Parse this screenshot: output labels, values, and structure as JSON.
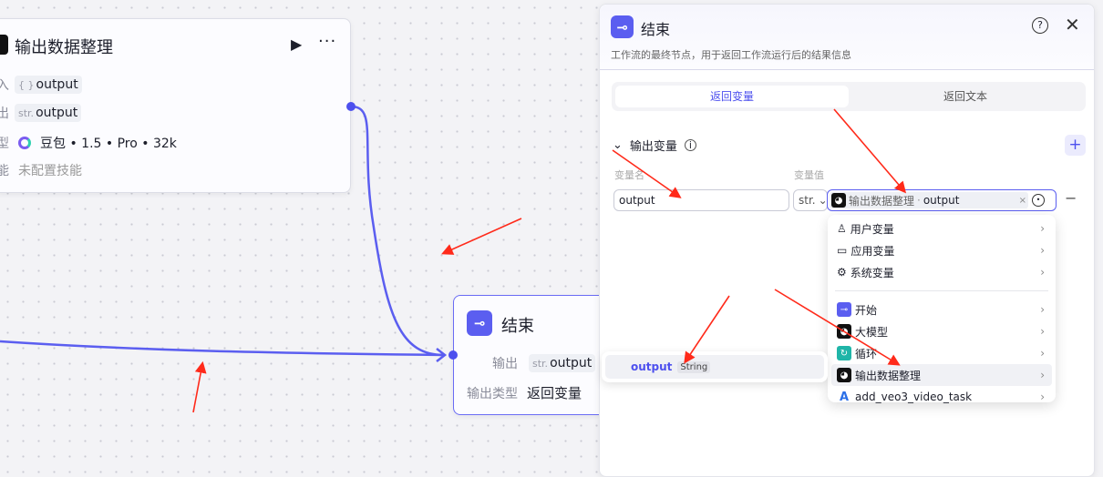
{
  "node1": {
    "title": "输出数据整理",
    "rows": [
      {
        "label": "入",
        "type": "{ }",
        "value": "output"
      },
      {
        "label": "出",
        "type": "str.",
        "value": "output"
      }
    ],
    "model_label": "型",
    "model": "豆包 • 1.5 • Pro • 32k",
    "skill_label": "能",
    "skill": "未配置技能"
  },
  "node2": {
    "title": "结束",
    "output_label": "输出",
    "output_type": "str.",
    "output_value": "output",
    "type_label": "输出类型",
    "type_value": "返回变量"
  },
  "panel": {
    "title": "结束",
    "description": "工作流的最终节点，用于返回工作流运行后的结果信息",
    "tabs": [
      {
        "label": "返回变量"
      },
      {
        "label": "返回文本"
      }
    ],
    "section_title": "输出变量",
    "col_name": "变量名",
    "col_value": "变量值",
    "var_name": "output",
    "var_type": "str.",
    "ref_node": "输出数据整理",
    "ref_sep": " · ",
    "ref_var": "output"
  },
  "menu": {
    "items": [
      {
        "label": "用户变量",
        "icon": "user-icon"
      },
      {
        "label": "应用变量",
        "icon": "folder-icon"
      },
      {
        "label": "系统变量",
        "icon": "gear-icon"
      },
      {
        "label": "开始",
        "icon": "start-icon"
      },
      {
        "label": "大模型",
        "icon": "llm-icon"
      },
      {
        "label": "循环",
        "icon": "loop-icon"
      },
      {
        "label": "输出数据整理",
        "icon": "llm-icon"
      },
      {
        "label": "add_veo3_video_task",
        "icon": "plugin-icon"
      }
    ]
  },
  "submenu": {
    "name": "output",
    "type": "String"
  },
  "colors": {
    "accent": "#4d50ee",
    "annotation": "#ff2a1a"
  }
}
